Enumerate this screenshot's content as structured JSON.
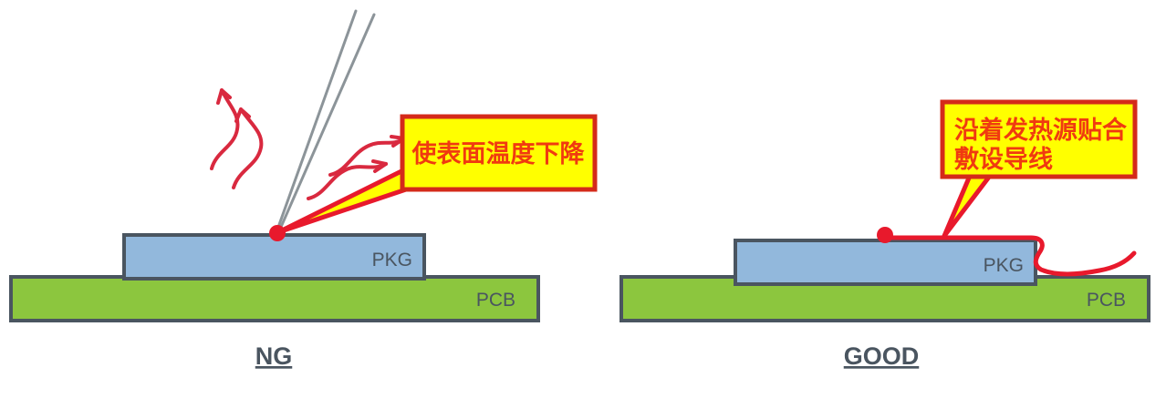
{
  "figure": {
    "title_left": "NG",
    "title_right": "GOOD",
    "background_color": "#ffffff"
  },
  "colors": {
    "pkg_fill": "#92b8dc",
    "pcb_fill": "#8cc63e",
    "block_stroke": "#4a5560",
    "callout_fill": "#ffff00",
    "callout_stroke": "#d42a1a",
    "callout_text": "#f03a10",
    "wire_red": "#e8192c",
    "probe_gray": "#8c9499",
    "label_gray": "#4a5560",
    "arrow_red": "#d9293f"
  },
  "panels": [
    {
      "id": "ng",
      "verdict": "NG",
      "blocks": [
        {
          "name": "pkg",
          "label": "PKG"
        },
        {
          "name": "pcb",
          "label": "PCB"
        }
      ],
      "callout": {
        "lines": [
          "使表面温度下降"
        ]
      },
      "annotations": {
        "probe_type": "thermocouple-probe-lifted",
        "heat_arrows": 4,
        "sensor_dot": "red"
      }
    },
    {
      "id": "good",
      "verdict": "GOOD",
      "blocks": [
        {
          "name": "pkg",
          "label": "PKG"
        },
        {
          "name": "pcb",
          "label": "PCB"
        }
      ],
      "callout": {
        "lines": [
          "沿着发热源贴合",
          "敷设导线"
        ]
      },
      "annotations": {
        "probe_type": "thermocouple-wire-routed-along-surface",
        "heat_arrows": 0,
        "sensor_dot": "red"
      }
    }
  ]
}
